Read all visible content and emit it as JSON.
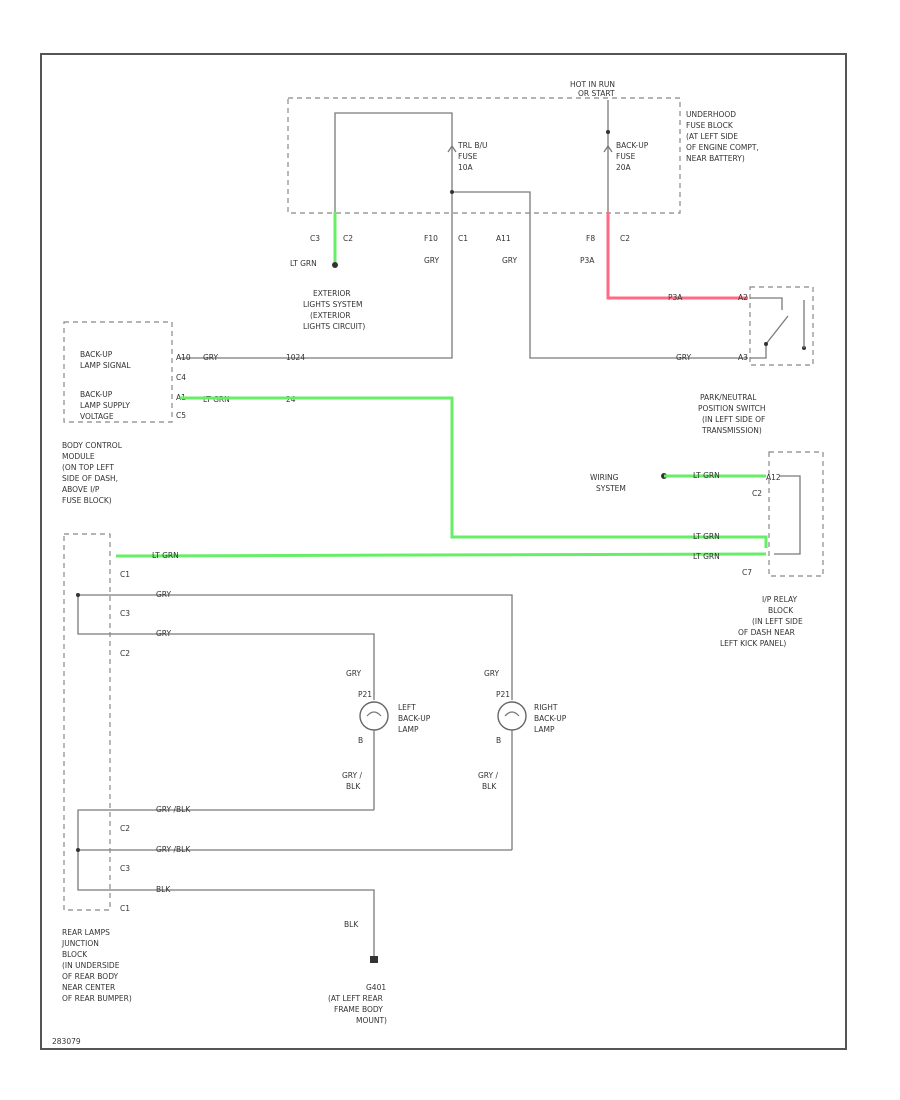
{
  "footer_code": "283079",
  "fuse_block": {
    "feed_label_1": "HOT IN RUN",
    "feed_label_2": "OR START",
    "title": [
      "UNDERHOOD",
      "FUSE BLOCK",
      "(AT LEFT SIDE",
      "OF ENGINE COMPT,",
      "NEAR BATTERY)"
    ],
    "fuse_trl": [
      "TRL B/U",
      "FUSE",
      "10A"
    ],
    "fuse_backup": [
      "BACK-UP",
      "FUSE",
      "20A"
    ]
  },
  "connectors": {
    "c3_1": "C3",
    "c2_1": "C2",
    "f10": "F10",
    "c1_1": "C1",
    "a11": "A11",
    "f8": "F8",
    "c2_2": "C2",
    "p3a": "P3A",
    "p3a_2": "P3A"
  },
  "wire_colors": {
    "lt_grn_1": "LT GRN",
    "gry_1": "GRY",
    "gry_2": "GRY",
    "gry_pnp": "GRY",
    "body_gry": "GRY",
    "body_lt_grn": "LT GRN",
    "relay_lt_grn_1": "LT GRN",
    "relay_lt_grn_2": "LT GRN",
    "relay_lt_grn_3": "LT GRN",
    "junction_lt_grn": "LT GRN",
    "junction_gry_1": "GRY",
    "junction_gry_2": "GRY",
    "lamp_gry_left": "GRY",
    "lamp_gry_right": "GRY",
    "lamp_gryblk_left": [
      "GRY /",
      "BLK"
    ],
    "lamp_gryblk_right": [
      "GRY /",
      "BLK"
    ],
    "junction_gryblk_1": "GRY /BLK",
    "junction_gryblk_2": "GRY /BLK",
    "junction_blk": "BLK",
    "ground_blk": "BLK"
  },
  "exterior_lights": [
    "EXTERIOR",
    "LIGHTS SYSTEM",
    "(EXTERIOR",
    "LIGHTS CIRCUIT)"
  ],
  "body_control": {
    "item_1": [
      "BACK-UP",
      "LAMP SIGNAL"
    ],
    "item_2": [
      "BACK-UP",
      "LAMP SUPPLY",
      "VOLTAGE"
    ],
    "pin_1": "A10",
    "pin_2": "A1",
    "conn_1": "C4",
    "conn_2": "C5",
    "circuit_1": "1024",
    "circuit_2": "24",
    "title": [
      "BODY CONTROL",
      "MODULE",
      "(ON TOP LEFT",
      "SIDE OF DASH,",
      "ABOVE I/P",
      "FUSE BLOCK)"
    ]
  },
  "pnp_switch": {
    "pin_top": "A2",
    "pin_bottom": "A3",
    "circuit": "P3A",
    "title": [
      "PARK/NEUTRAL",
      "POSITION SWITCH",
      "(IN LEFT SIDE OF",
      "TRANSMISSION)"
    ]
  },
  "relay_block": {
    "wiring_system": [
      "WIRING",
      "SYSTEM"
    ],
    "pin_1": "A12",
    "conn_1": "C2",
    "conn_2": "C7",
    "title": [
      "I/P RELAY",
      "BLOCK",
      "(IN LEFT SIDE",
      "OF DASH NEAR",
      "LEFT KICK PANEL)"
    ]
  },
  "junction_block": {
    "pins": [
      "C1",
      "C3",
      "C2",
      "C2",
      "C3",
      "C1"
    ],
    "title": [
      "REAR LAMPS",
      "JUNCTION",
      "BLOCK",
      "(IN UNDERSIDE",
      "OF REAR BODY",
      "NEAR CENTER",
      "OF REAR BUMPER)"
    ]
  },
  "left_lamp": {
    "pin_top": "P21",
    "pin_bottom": "B",
    "title": [
      "LEFT",
      "BACK-UP",
      "LAMP"
    ]
  },
  "right_lamp": {
    "pin_top": "P21",
    "pin_bottom": "B",
    "title": [
      "RIGHT",
      "BACK-UP",
      "LAMP"
    ]
  },
  "ground": {
    "title": [
      "G401",
      "(AT LEFT REAR",
      "FRAME BODY",
      "MOUNT)"
    ]
  }
}
